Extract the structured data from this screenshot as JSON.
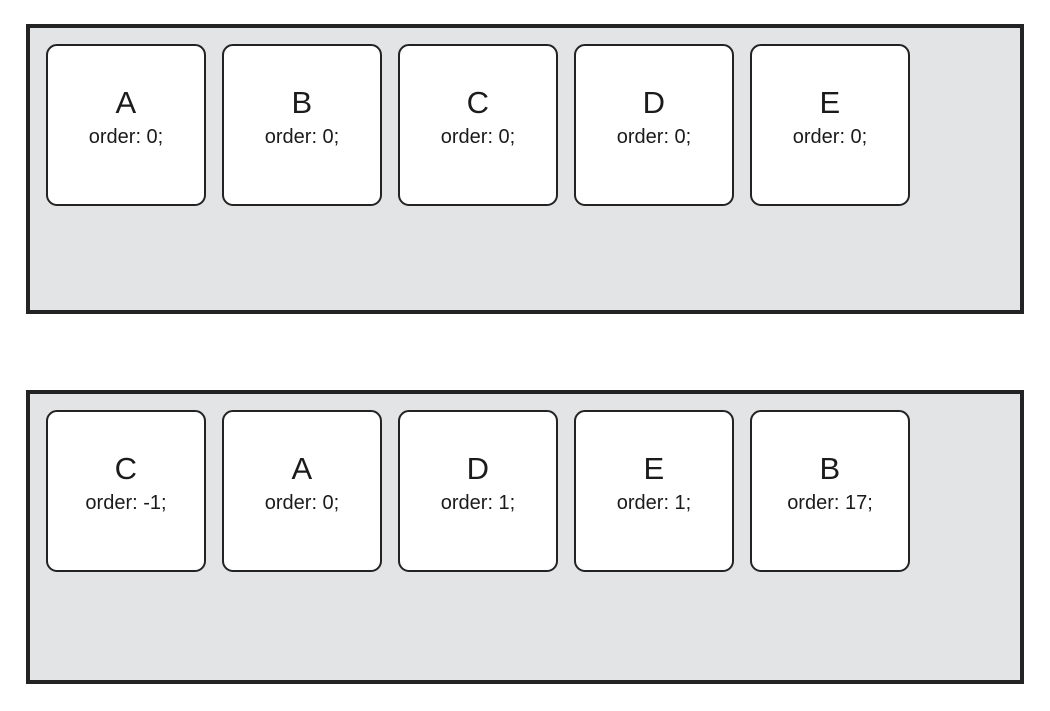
{
  "page": {
    "background_color": "#ffffff",
    "title": "CSS flex order illustration"
  },
  "style_tokens": {
    "container_background": "#e3e4e6",
    "container_border_color": "#232323",
    "card_background": "#ffffff",
    "card_border_color": "#232323",
    "text_color": "#1b1b1b"
  },
  "containers": [
    {
      "name": "default-order-container",
      "cards": [
        {
          "letter": "A",
          "order": "order: 0;"
        },
        {
          "letter": "B",
          "order": "order: 0;"
        },
        {
          "letter": "C",
          "order": "order: 0;"
        },
        {
          "letter": "D",
          "order": "order: 0;"
        },
        {
          "letter": "E",
          "order": "order: 0;"
        }
      ]
    },
    {
      "name": "custom-order-container",
      "cards": [
        {
          "letter": "C",
          "order": "order: -1;"
        },
        {
          "letter": "A",
          "order": "order: 0;"
        },
        {
          "letter": "D",
          "order": "order: 1;"
        },
        {
          "letter": "E",
          "order": "order: 1;"
        },
        {
          "letter": "B",
          "order": "order: 17;"
        }
      ]
    }
  ]
}
